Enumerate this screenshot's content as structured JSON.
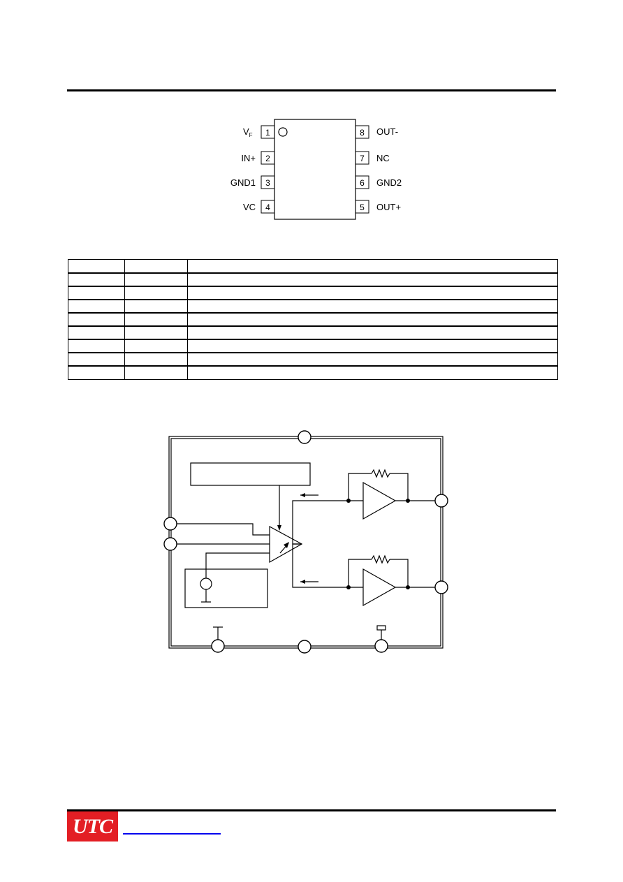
{
  "pin_diagram": {
    "left_pins": [
      {
        "number": "1",
        "label": "V",
        "sub": "F"
      },
      {
        "number": "2",
        "label": "IN+"
      },
      {
        "number": "3",
        "label": "GND1"
      },
      {
        "number": "4",
        "label": "VC"
      }
    ],
    "right_pins": [
      {
        "number": "8",
        "label": "OUT-"
      },
      {
        "number": "7",
        "label": "NC"
      },
      {
        "number": "6",
        "label": "GND2"
      },
      {
        "number": "5",
        "label": "OUT+"
      }
    ]
  },
  "pin_table": {
    "rows": [
      [
        "",
        "",
        ""
      ],
      [
        "",
        "",
        ""
      ],
      [
        "",
        "",
        ""
      ],
      [
        "",
        "",
        ""
      ],
      [
        "",
        "",
        ""
      ],
      [
        "",
        "",
        ""
      ],
      [
        "",
        "",
        ""
      ],
      [
        "",
        "",
        ""
      ],
      [
        "",
        "",
        ""
      ]
    ]
  },
  "footer": {
    "logo_text": "UTC"
  },
  "colors": {
    "logo_bg": "#e31e24",
    "link": "#0000ee"
  }
}
